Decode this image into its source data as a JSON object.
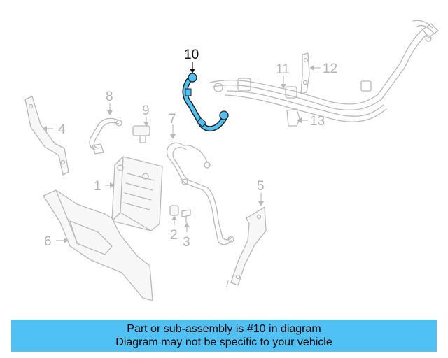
{
  "callouts": {
    "c1": "1",
    "c2": "2",
    "c3": "3",
    "c4": "4",
    "c5": "5",
    "c6": "6",
    "c7": "7",
    "c8": "8",
    "c9": "9",
    "c10": "10",
    "c11": "11",
    "c12": "12",
    "c13": "13"
  },
  "highlight_color": "#4fc1f5",
  "banner": {
    "line1": "Part or sub-assembly is #10 in diagram",
    "line2": "Diagram may not be specific to your vehicle"
  }
}
